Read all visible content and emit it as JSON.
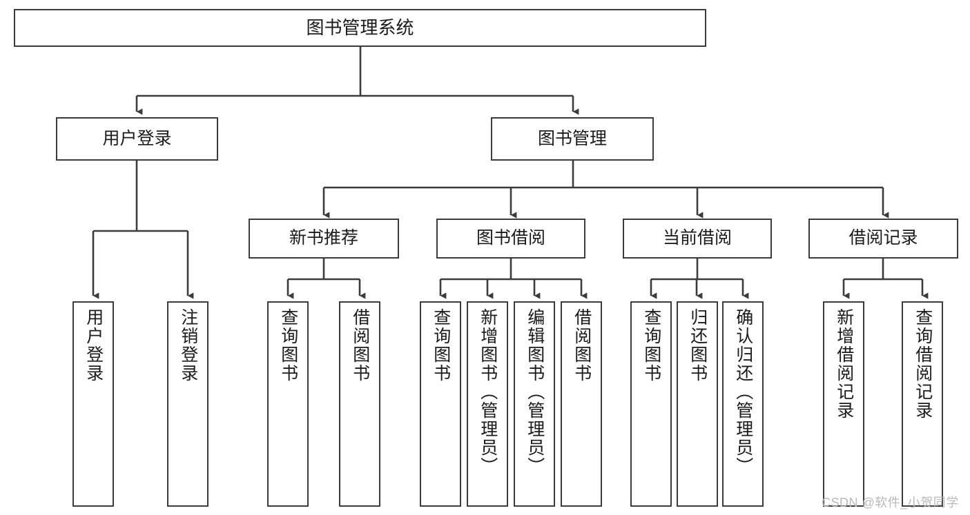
{
  "diagram": {
    "title": "图书管理系统",
    "type": "hierarchy-tree",
    "orientation": "top-down",
    "root": {
      "id": "root",
      "label": "图书管理系统",
      "level": 1,
      "text_orientation": "horizontal"
    },
    "level2": [
      {
        "id": "user-login",
        "label": "用户登录",
        "level": 2,
        "text_orientation": "horizontal"
      },
      {
        "id": "book-manage",
        "label": "图书管理",
        "level": 2,
        "text_orientation": "horizontal"
      }
    ],
    "level3": [
      {
        "id": "new-book-rec",
        "label": "新书推荐",
        "level": 3,
        "parent": "book-manage",
        "text_orientation": "horizontal"
      },
      {
        "id": "book-borrow",
        "label": "图书借阅",
        "level": 3,
        "parent": "book-manage",
        "text_orientation": "horizontal"
      },
      {
        "id": "current-borrow",
        "label": "当前借阅",
        "level": 3,
        "parent": "book-manage",
        "text_orientation": "horizontal"
      },
      {
        "id": "borrow-record",
        "label": "借阅记录",
        "level": 3,
        "parent": "book-manage",
        "text_orientation": "horizontal"
      }
    ],
    "leaves": [
      {
        "id": "leaf-user-login",
        "label": "用户登录",
        "parent": "user-login",
        "text_orientation": "vertical"
      },
      {
        "id": "leaf-user-logout",
        "label": "注销登录",
        "parent": "user-login",
        "text_orientation": "vertical"
      },
      {
        "id": "leaf-rec-query",
        "label": "查询图书",
        "parent": "new-book-rec",
        "text_orientation": "vertical"
      },
      {
        "id": "leaf-rec-borrow",
        "label": "借阅图书",
        "parent": "new-book-rec",
        "text_orientation": "vertical"
      },
      {
        "id": "leaf-borrow-query",
        "label": "查询图书",
        "parent": "book-borrow",
        "text_orientation": "vertical"
      },
      {
        "id": "leaf-borrow-add",
        "label": "新增图书（管理员）",
        "parent": "book-borrow",
        "text_orientation": "vertical"
      },
      {
        "id": "leaf-borrow-edit",
        "label": "编辑图书（管理员）",
        "parent": "book-borrow",
        "text_orientation": "vertical"
      },
      {
        "id": "leaf-borrow-do",
        "label": "借阅图书",
        "parent": "book-borrow",
        "text_orientation": "vertical"
      },
      {
        "id": "leaf-cur-query",
        "label": "查询图书",
        "parent": "current-borrow",
        "text_orientation": "vertical"
      },
      {
        "id": "leaf-cur-return",
        "label": "归还图书",
        "parent": "current-borrow",
        "text_orientation": "vertical"
      },
      {
        "id": "leaf-cur-confirm",
        "label": "确认归还（管理员）",
        "parent": "current-borrow",
        "text_orientation": "vertical"
      },
      {
        "id": "leaf-rec-add",
        "label": "新增借阅记录",
        "parent": "borrow-record",
        "text_orientation": "vertical"
      },
      {
        "id": "leaf-rec-search",
        "label": "查询借阅记录",
        "parent": "borrow-record",
        "text_orientation": "vertical"
      }
    ],
    "colors": {
      "box_border": "#3b3b3b",
      "box_fill": "#ffffff",
      "connector": "#3b3b3b",
      "text": "#1a1a1a",
      "watermark": "#b9b9b9",
      "background": "#ffffff"
    }
  },
  "watermark": {
    "text": "CSDN @软件_小贺同学"
  }
}
